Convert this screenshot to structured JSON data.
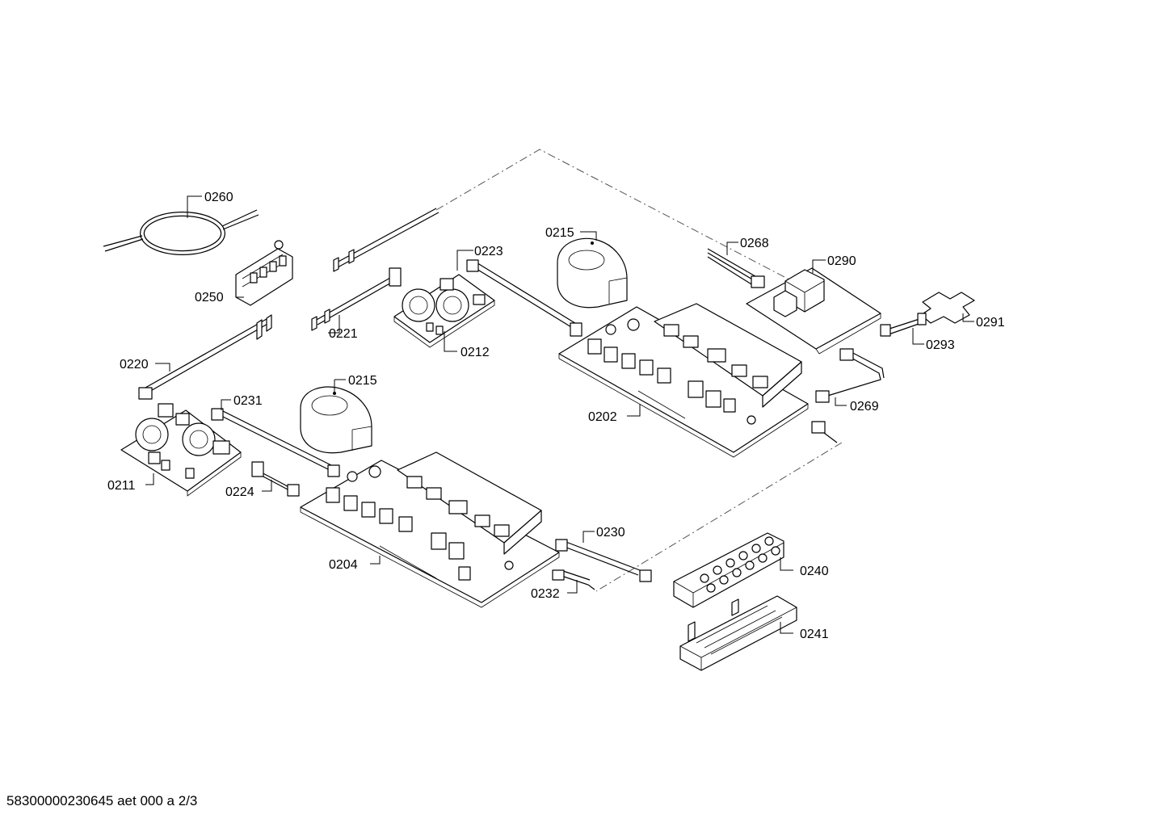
{
  "document": {
    "footer": "58300000230645 aet 000 a 2/3"
  },
  "callouts": {
    "c0260": "0260",
    "c0250": "0250",
    "c0220": "0220",
    "c0221": "0221",
    "c0223": "0223",
    "c0212": "0212",
    "c0215a": "0215",
    "c0215b": "0215",
    "c0268": "0268",
    "c0290": "0290",
    "c0291": "0291",
    "c0293": "0293",
    "c0269": "0269",
    "c0202": "0202",
    "c0231": "0231",
    "c0211": "0211",
    "c0224": "0224",
    "c0204": "0204",
    "c0230": "0230",
    "c0232": "0232",
    "c0240": "0240",
    "c0241": "0241"
  }
}
